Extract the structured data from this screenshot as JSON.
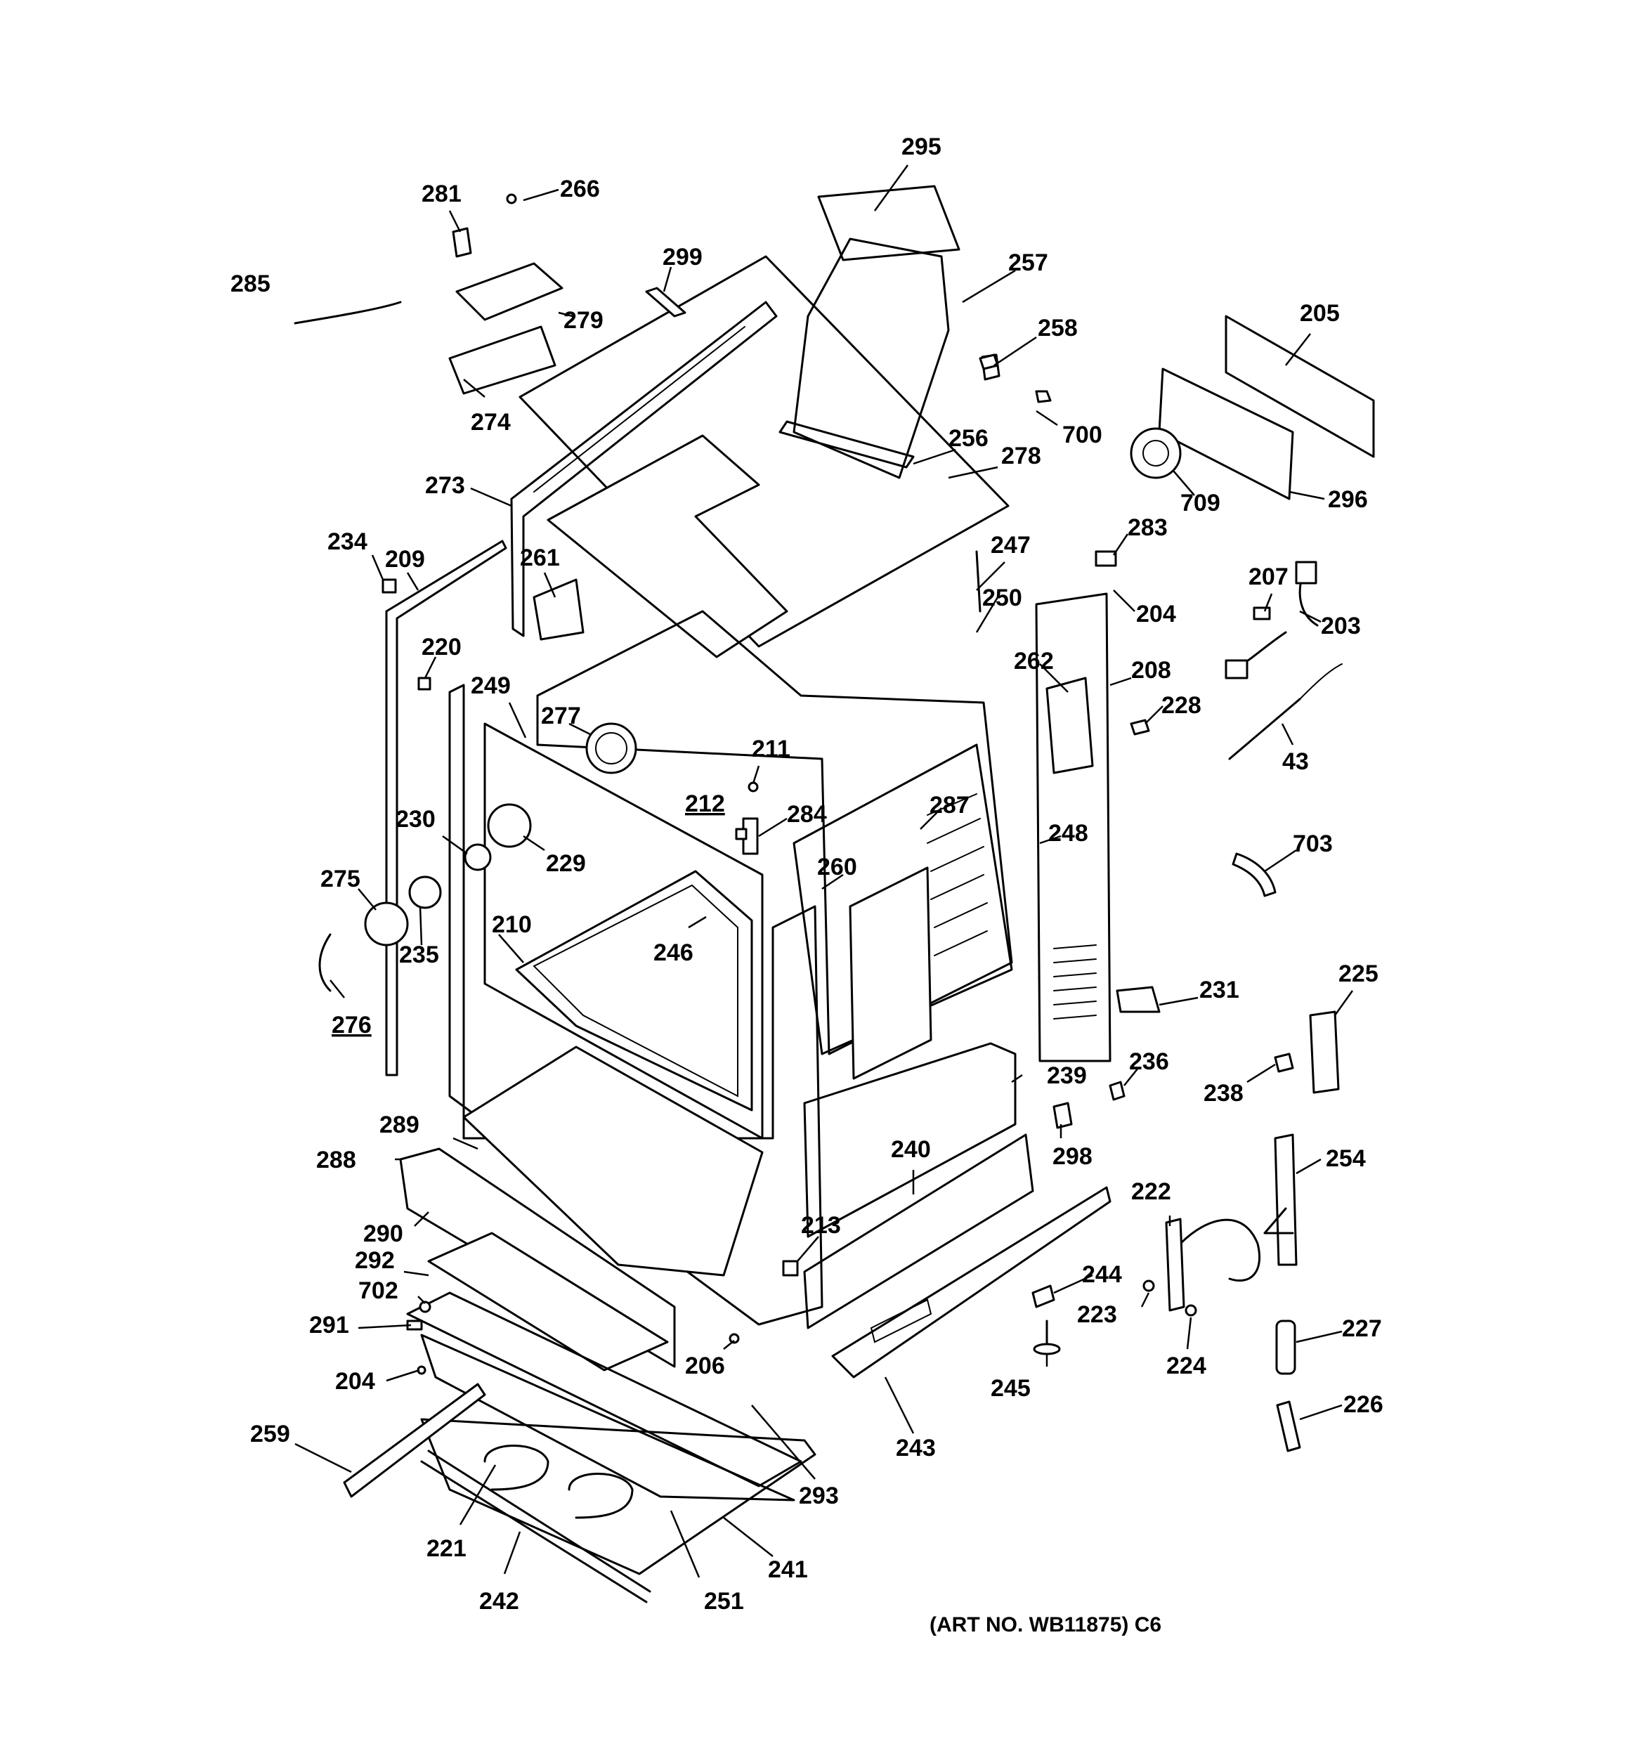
{
  "caption": "(ART NO. WB11875) C6",
  "labels": {
    "l295": "295",
    "l281": "281",
    "l266": "266",
    "l299": "299",
    "l257": "257",
    "l285": "285",
    "l279": "279",
    "l258": "258",
    "l205": "205",
    "l274": "274",
    "l700": "700",
    "l256": "256",
    "l278": "278",
    "l709": "709",
    "l296": "296",
    "l273": "273",
    "l283": "283",
    "l247": "247",
    "l234": "234",
    "l209": "209",
    "l207": "207",
    "l261": "261",
    "l250": "250",
    "l204a": "204",
    "l203": "203",
    "l220": "220",
    "l262": "262",
    "l208": "208",
    "l249": "249",
    "l228": "228",
    "l277": "277",
    "l211": "211",
    "l43": "43",
    "l212": "212",
    "l284": "284",
    "l230": "230",
    "l287": "287",
    "l248": "248",
    "l703": "703",
    "l229": "229",
    "l260": "260",
    "l275": "275",
    "l210": "210",
    "l235": "235",
    "l246": "246",
    "l231": "231",
    "l225": "225",
    "l276": "276",
    "l236": "236",
    "l239": "239",
    "l238": "238",
    "l289": "289",
    "l298": "298",
    "l240": "240",
    "l288": "288",
    "l254": "254",
    "l222": "222",
    "l290": "290",
    "l213": "213",
    "l292": "292",
    "l244": "244",
    "l702": "702",
    "l223": "223",
    "l291": "291",
    "l227": "227",
    "l206": "206",
    "l224": "224",
    "l204b": "204",
    "l245": "245",
    "l226": "226",
    "l259": "259",
    "l243": "243",
    "l293": "293",
    "l221": "221",
    "l241": "241",
    "l242": "242",
    "l251": "251"
  }
}
